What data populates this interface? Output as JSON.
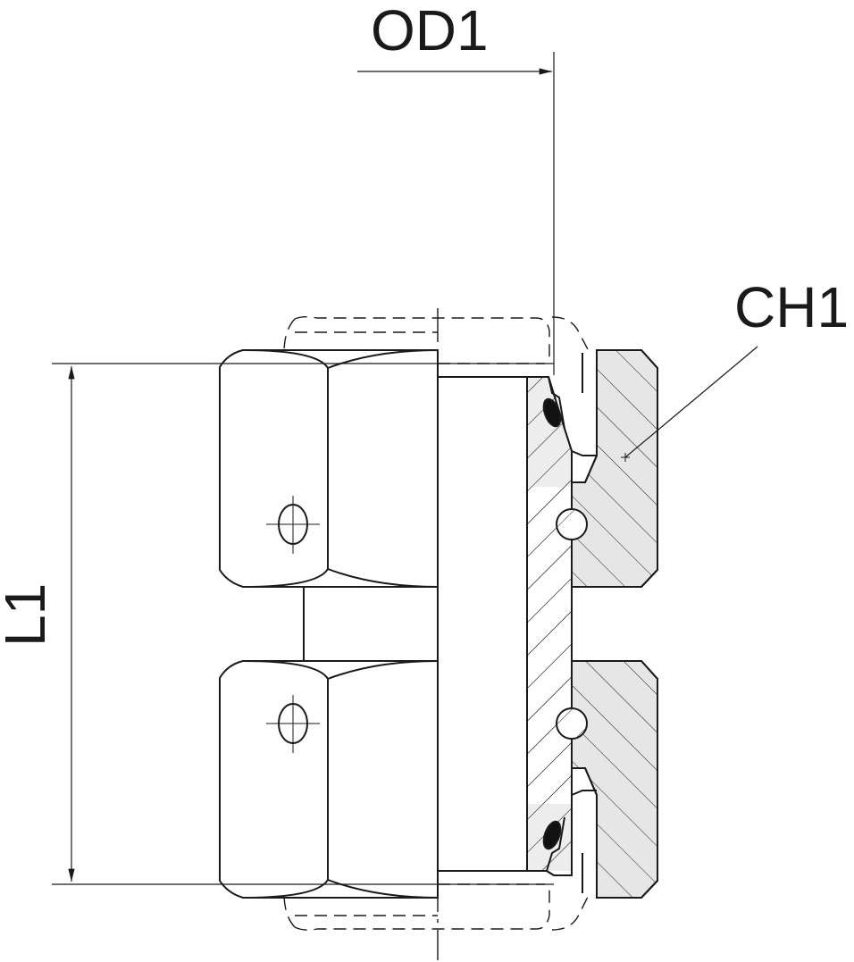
{
  "labels": {
    "od1": "OD1",
    "ch1": "CH1",
    "l1": "L1"
  },
  "colors": {
    "line": "#1a1a1a",
    "section_fill": "#e6e6e6",
    "background": "#ffffff"
  }
}
